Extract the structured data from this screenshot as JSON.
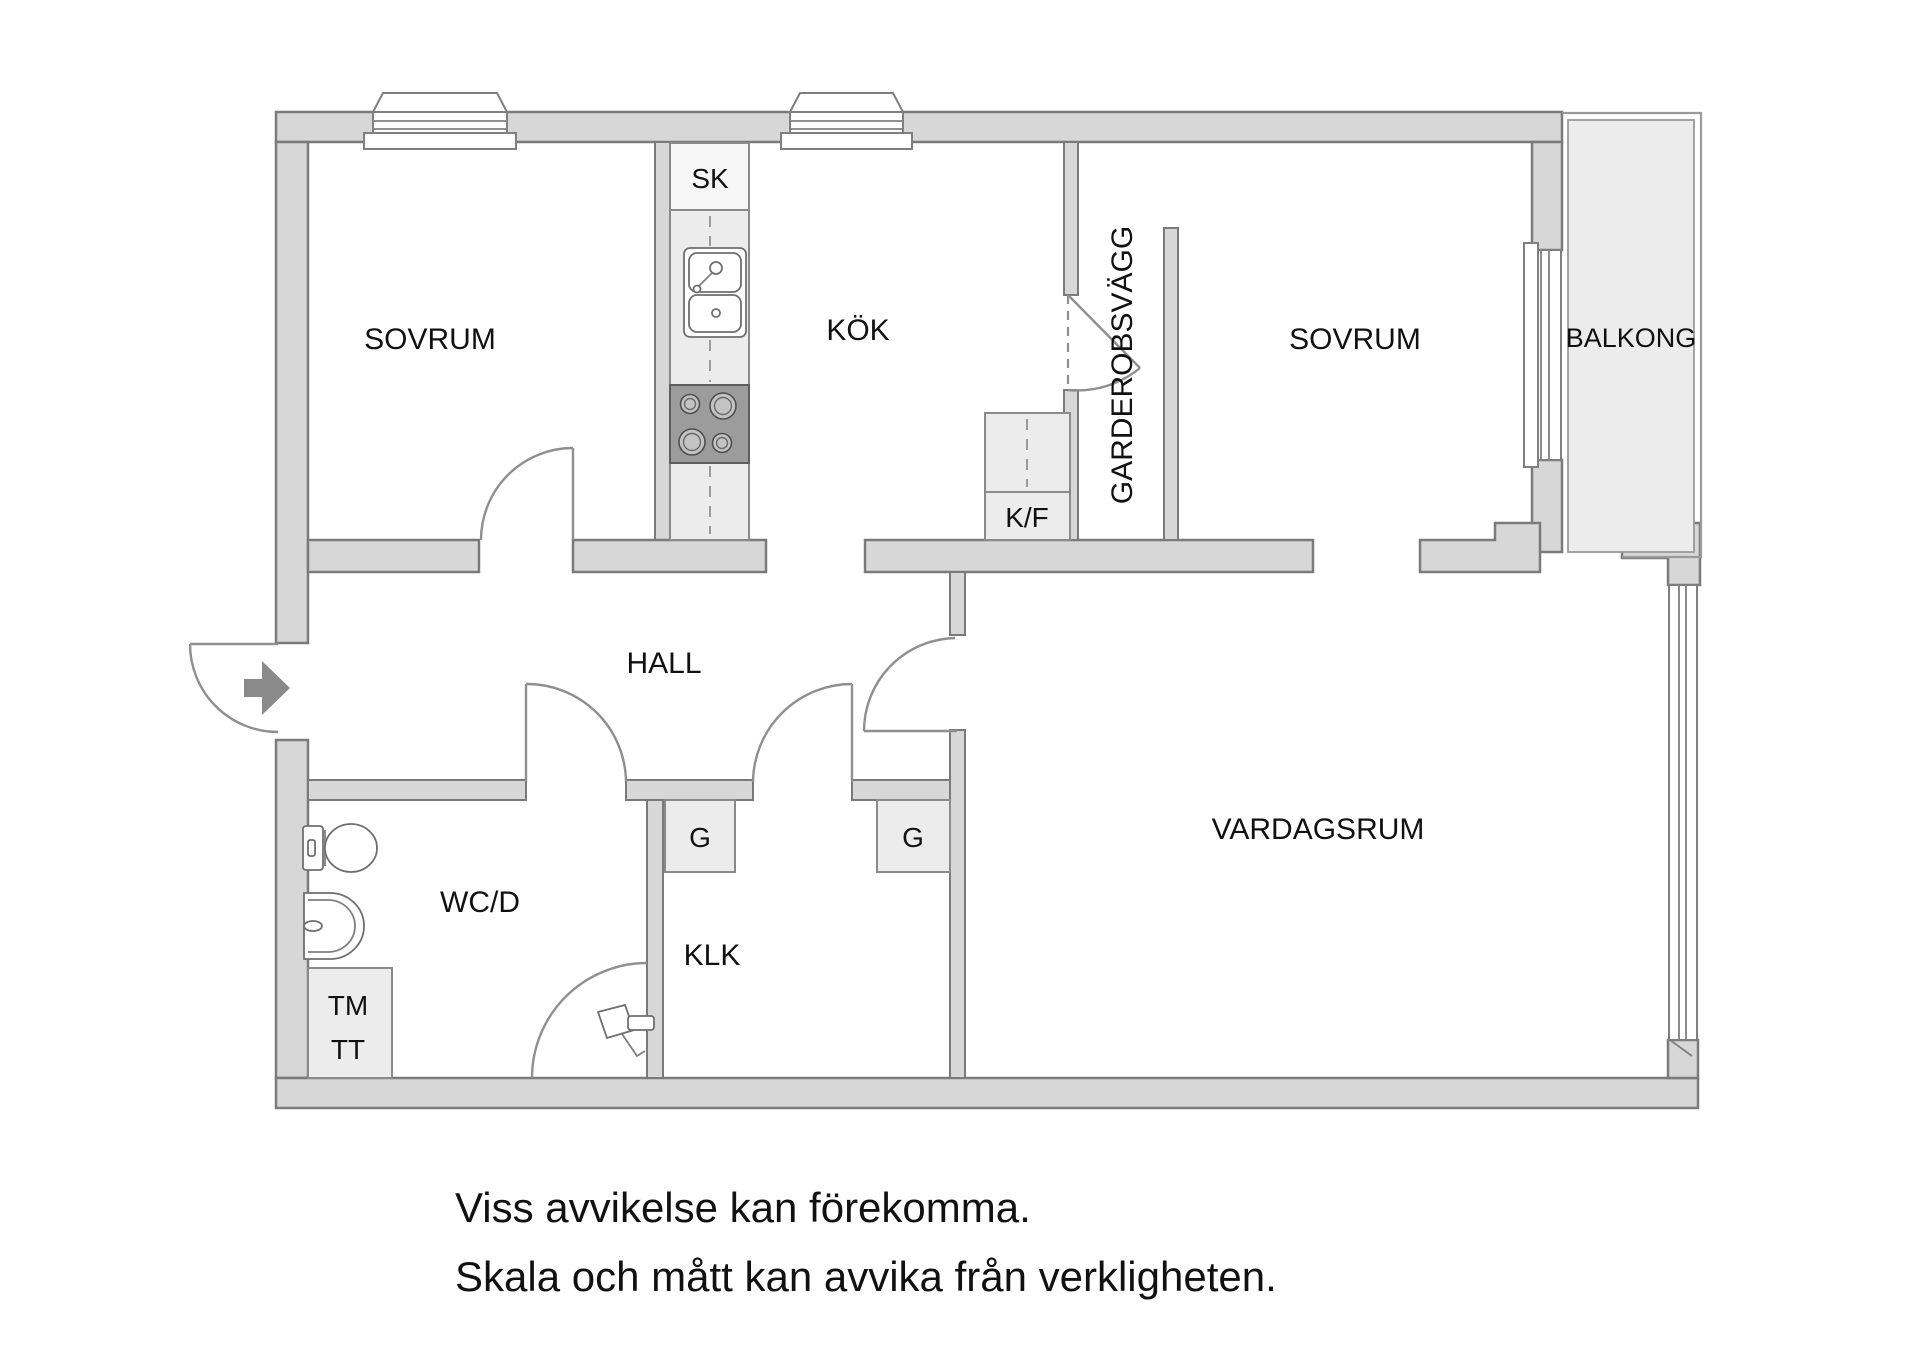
{
  "rooms": {
    "bedroom_left": "SOVRUM",
    "kitchen": "KÖK",
    "wardrobe_wall": "GARDEROBSVÄGG",
    "bedroom_right": "SOVRUM",
    "balcony": "BALKONG",
    "hall": "HALL",
    "bathroom": "WC/D",
    "closet": "KLK",
    "living_room": "VARDAGSRUM"
  },
  "fixtures": {
    "cleaning_cabinet": "SK",
    "fridge_freezer": "K/F",
    "wardrobe_hall": "G",
    "wardrobe_klk": "G",
    "washing_machine": "TM",
    "tumble_dryer": "TT"
  },
  "disclaimer": {
    "line1": "Viss avvikelse kan förekomma.",
    "line2": "Skala och mått kan avvika från verkligheten."
  },
  "colors": {
    "wall_fill": "#d7d7d7",
    "wall_stroke": "#7a7a7a",
    "fixture_fill": "#ececec",
    "stove_fill": "#9c9c9c",
    "entrance_arrow": "#8a8a8a",
    "text": "#111111",
    "background": "#ffffff"
  }
}
